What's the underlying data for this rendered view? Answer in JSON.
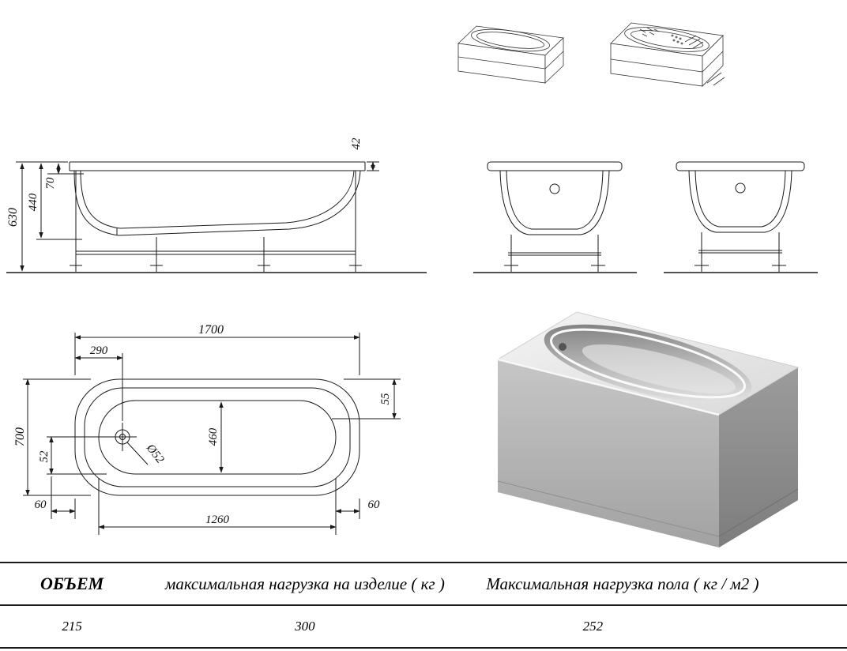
{
  "page": {
    "background": "#ffffff",
    "ink": "#1a1a1a"
  },
  "dims": {
    "side": {
      "total_height": "630",
      "depth": "440",
      "rim_drop": "70",
      "rim_thickness": "42"
    },
    "plan": {
      "length": "1700",
      "drain_offset": "290",
      "width": "700",
      "drain_to_edge": "52",
      "drain_diameter": "Ø52",
      "inner_width": "460",
      "rim_margin_top_right": "55",
      "rim_margin_left": "60",
      "inner_length": "1260",
      "rim_margin_right": "60"
    }
  },
  "table": {
    "headers": {
      "volume": "ОБЪЕМ",
      "load_product": "максимальная нагрузка на изделие ( кг )",
      "load_floor": "Максимальная нагрузка пола ( кг / м2 )"
    },
    "values": {
      "volume": "215",
      "load_product": "300",
      "load_floor": "252"
    }
  }
}
